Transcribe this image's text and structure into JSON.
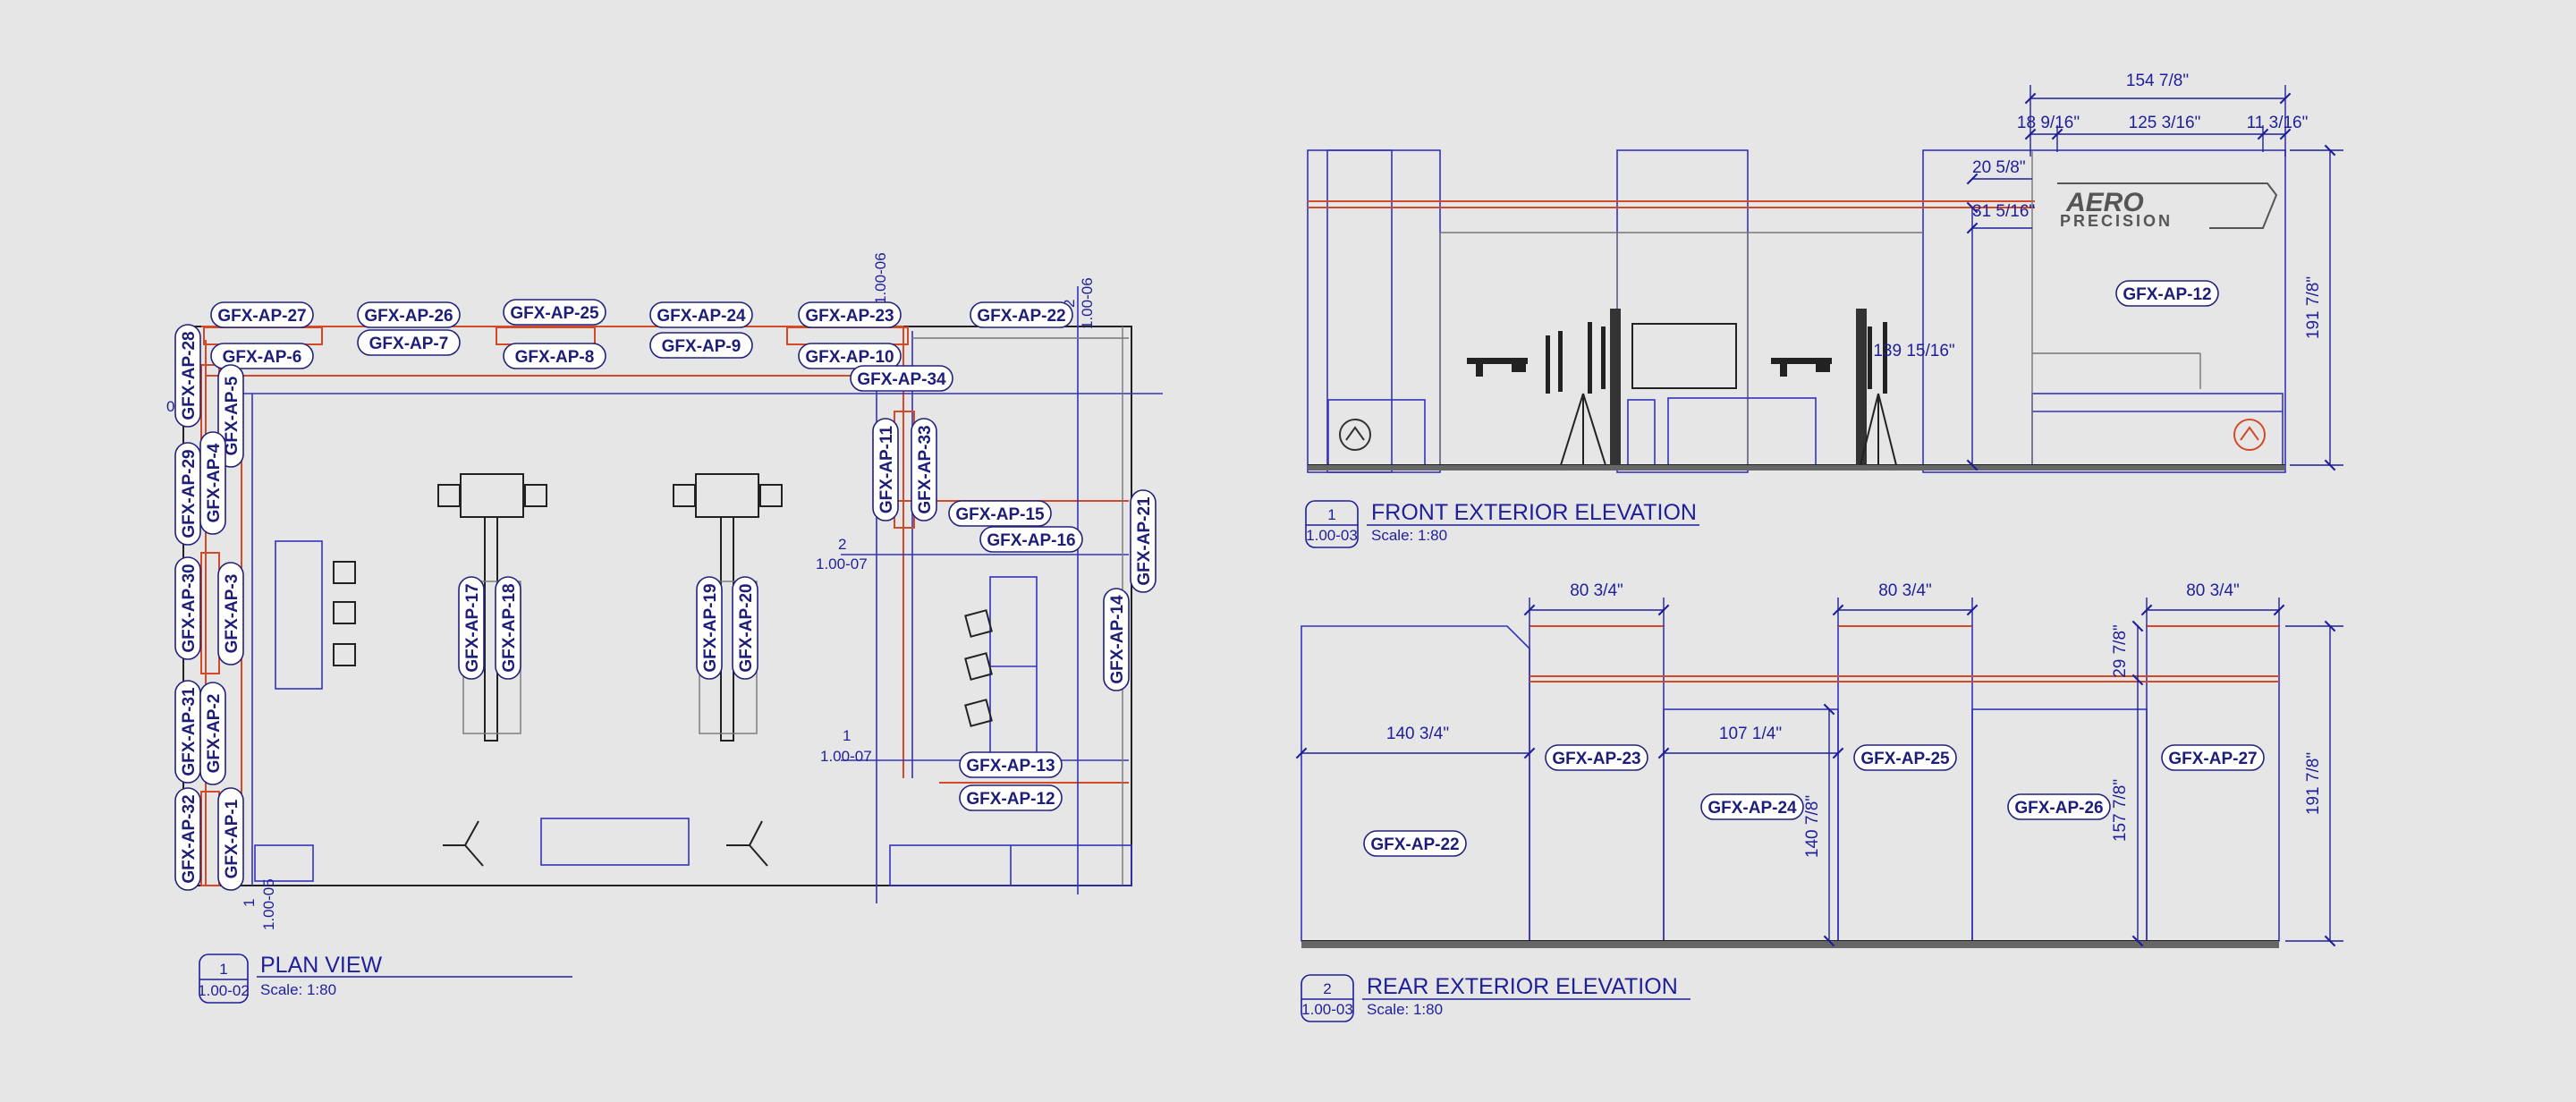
{
  "views": {
    "plan": {
      "title": "PLAN VIEW",
      "number": "1",
      "sheet": "1.00-02",
      "scale": "Scale: 1:80",
      "refs": {
        "r_106_top": "1.00-06",
        "r_106_top2": "1.00-06",
        "r_2_top": "2",
        "r_0_left": "0",
        "r_2_mid": "2",
        "r_107_mid": "1.00-07",
        "r_1_low": "1",
        "r_107_low": "1.00-07",
        "r_1_bottom": "1",
        "r_105_bottom": "1.00-05"
      },
      "tags": {
        "t27": "GFX-AP-27",
        "t26": "GFX-AP-26",
        "t25": "GFX-AP-25",
        "t24": "GFX-AP-24",
        "t23": "GFX-AP-23",
        "t22": "GFX-AP-22",
        "t6": "GFX-AP-6",
        "t7": "GFX-AP-7",
        "t8": "GFX-AP-8",
        "t9": "GFX-AP-9",
        "t10": "GFX-AP-10",
        "t34": "GFX-AP-34",
        "t28": "GFX-AP-28",
        "t5": "GFX-AP-5",
        "t29": "GFX-AP-29",
        "t4": "GFX-AP-4",
        "t30": "GFX-AP-30",
        "t3": "GFX-AP-3",
        "t31": "GFX-AP-31",
        "t2": "GFX-AP-2",
        "t32": "GFX-AP-32",
        "t1": "GFX-AP-1",
        "t11": "GFX-AP-11",
        "t33": "GFX-AP-33",
        "t15": "GFX-AP-15",
        "t16": "GFX-AP-16",
        "t21": "GFX-AP-21",
        "t14": "GFX-AP-14",
        "t17": "GFX-AP-17",
        "t18": "GFX-AP-18",
        "t19": "GFX-AP-19",
        "t20": "GFX-AP-20",
        "t13": "GFX-AP-13",
        "t12": "GFX-AP-12"
      }
    },
    "front": {
      "title": "FRONT EXTERIOR ELEVATION",
      "number": "1",
      "sheet": "1.00-03",
      "scale": "Scale: 1:80",
      "dims": {
        "d_top": "154 7/8\"",
        "d_a": "18 9/16\"",
        "d_b": "125 3/16\"",
        "d_c": "11 3/16\"",
        "d_d": "20 5/8\"",
        "d_e": "31 5/16\"",
        "d_f": "139 15/16\"",
        "d_h": "191 7/8\""
      },
      "tag_main": "GFX-AP-12",
      "logo_word": "AERO",
      "logo_sub": "PRECISION"
    },
    "rear": {
      "title": "REAR EXTERIOR ELEVATION",
      "number": "2",
      "sheet": "1.00-03",
      "scale": "Scale: 1:80",
      "dims": {
        "w1": "80 3/4\"",
        "w2": "80 3/4\"",
        "w3": "80 3/4\"",
        "w_left": "140 3/4\"",
        "w_mid": "107 1/4\"",
        "h_mid": "140 7/8\"",
        "h_top": "29 7/8\"",
        "h_right": "157 7/8\"",
        "h_total": "191 7/8\""
      },
      "tags": {
        "t22": "GFX-AP-22",
        "t23": "GFX-AP-23",
        "t24": "GFX-AP-24",
        "t25": "GFX-AP-25",
        "t26": "GFX-AP-26",
        "t27": "GFX-AP-27"
      }
    }
  },
  "colors": {
    "line_blue": "#3333bb",
    "text_blue": "#1f1f9a",
    "accent_red": "#d24a2a",
    "background": "#e6e6e6"
  }
}
